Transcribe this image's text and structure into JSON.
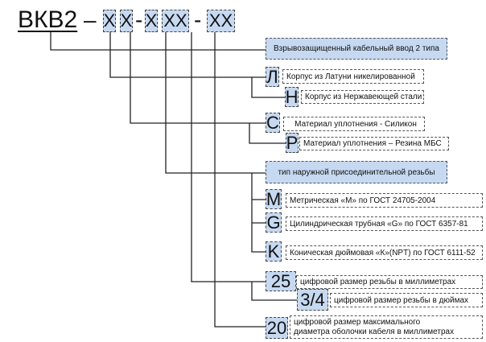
{
  "header": {
    "prefix": "ВКВ2",
    "dash1": "–",
    "pos": [
      "X",
      "X",
      "X",
      "XX",
      "XX"
    ],
    "sep": "-"
  },
  "desc": "Взрывозащищенный кабельный ввод 2 типа",
  "body": [
    {
      "code": "Л",
      "text": "Корпус из Латуни никелированной"
    },
    {
      "code": "Н",
      "text": "Корпус из Нержавеющей стали"
    }
  ],
  "seal": [
    {
      "code": "С",
      "text": "Материал уплотнения - Силикон"
    },
    {
      "code": "Р",
      "text": "Материал уплотнения – Резина МБС"
    }
  ],
  "thread_type": {
    "title": "тип наружной присоединительной резьбы",
    "items": [
      {
        "code": "M",
        "text": "Метрическая «М» по ГОСТ 24705-2004"
      },
      {
        "code": "G",
        "text": "Цилиндрическая трубная «G» по ГОСТ 6357-81"
      },
      {
        "code": "K",
        "text": "Коническая дюймовая «К»(NPT) по ГОСТ 6111-52"
      }
    ]
  },
  "thread_size": [
    {
      "code": "25",
      "text": "цифровой размер резьбы в миллиметрах"
    },
    {
      "code": "3/4",
      "text": "цифровой размер резьбы в дюймах"
    }
  ],
  "cable": {
    "code": "20",
    "text": "цифровой размер максимального диаметра оболочки кабеля в миллиметрах"
  }
}
